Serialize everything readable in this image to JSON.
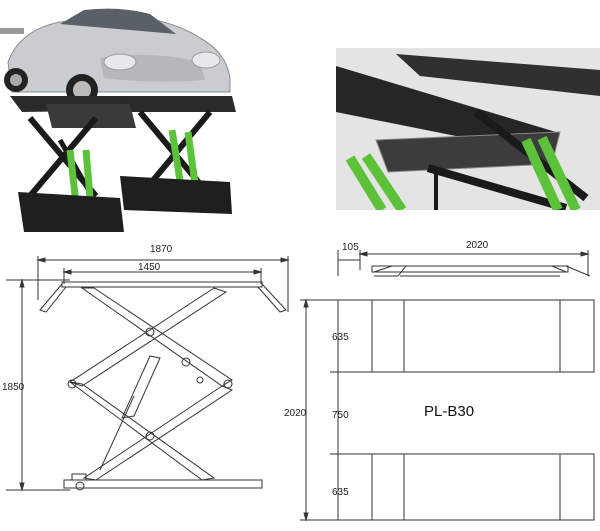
{
  "photos": {
    "car_lift_photo": "car on scissor lift",
    "platform_closeup_photo": "platform close-up"
  },
  "side_view": {
    "overall_width": "1870",
    "platform_width": "1450",
    "height": "1850"
  },
  "top_view": {
    "ramp_length": "105",
    "overall_length": "2020",
    "platform_depth_top": "635",
    "gap": "750",
    "platform_depth_bottom": "635",
    "overall_depth": "2020",
    "model": "PL-B30"
  },
  "colors": {
    "lift_green": "#5cc23a",
    "lift_black": "#1a1a1a",
    "car_silver": "#c9ccd0",
    "line": "#333333"
  }
}
